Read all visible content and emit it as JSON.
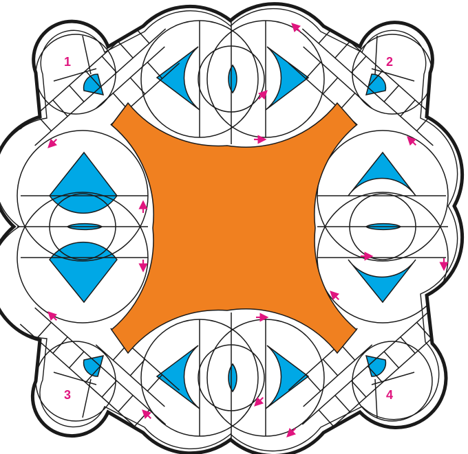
{
  "board": {
    "corners": [
      {
        "id": "1",
        "label": "1"
      },
      {
        "id": "2",
        "label": "2"
      },
      {
        "id": "3",
        "label": "3"
      },
      {
        "id": "4",
        "label": "4"
      }
    ],
    "arrows": [
      {
        "dir": "up-left"
      },
      {
        "dir": "up-right"
      },
      {
        "dir": "right"
      },
      {
        "dir": "up-left"
      },
      {
        "dir": "down-left"
      },
      {
        "dir": "up"
      },
      {
        "dir": "down"
      },
      {
        "dir": "up-left"
      },
      {
        "dir": "right"
      },
      {
        "dir": "down"
      },
      {
        "dir": "up-left"
      },
      {
        "dir": "right"
      },
      {
        "dir": "down-left"
      },
      {
        "dir": "up-left"
      },
      {
        "dir": "down-left"
      }
    ]
  },
  "colors": {
    "center": "#f08020",
    "pocket": "#00a8e6",
    "outline": "#1a1a1a",
    "label": "#e0157f",
    "arrow": "#e0157f",
    "paper": "#ffffff"
  }
}
